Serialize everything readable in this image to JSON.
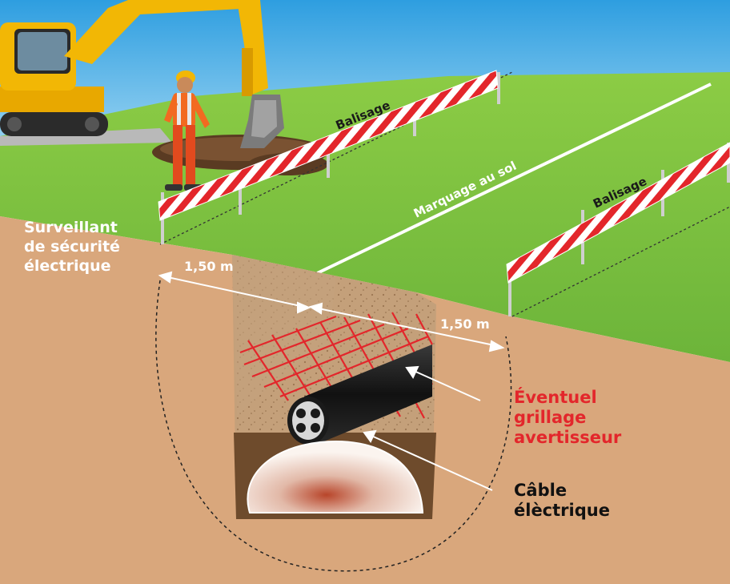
{
  "labels": {
    "balisage_top": "Balisage",
    "balisage_right": "Balisage",
    "marquage": "Marquage au sol",
    "distance_left": "1,50 m",
    "distance_right": "1,50 m",
    "surveillant": [
      "Surveillant",
      "de sécurité",
      "électrique"
    ],
    "grillage": [
      "Éventuel",
      "grillage",
      "avertisseur"
    ],
    "cable": [
      "Câble",
      "élèctrique"
    ]
  },
  "colors": {
    "sky": "#4fb6ea",
    "grass": "#7dc242",
    "soil": "#d9a77c",
    "trench": "#c09a72",
    "mesh": "#e3262b",
    "barrier_red": "#e3262b",
    "excavator": "#f2b705",
    "cable": "#1e1e1e",
    "warning_text": "#e3262b"
  },
  "icons": [
    "excavator-icon",
    "worker-icon",
    "barrier-icon",
    "cable-icon",
    "warning-mesh-icon",
    "rock-icon"
  ]
}
